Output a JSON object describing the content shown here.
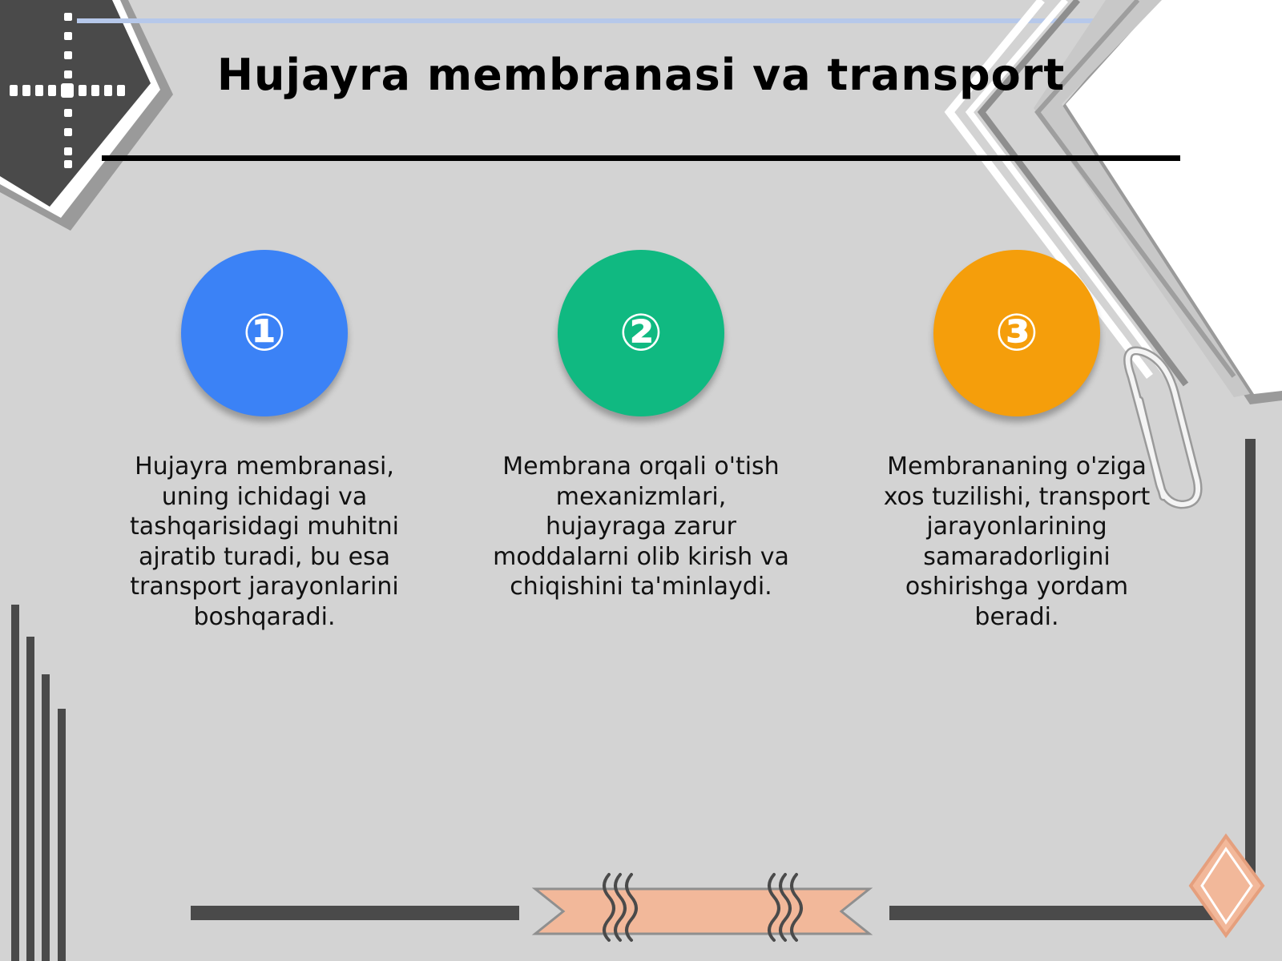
{
  "slide": {
    "title": "Hujayra membranasi va transport",
    "items": [
      {
        "number": "①",
        "color": "#3b82f6",
        "text": "Hujayra membranasi, uning ichidagi va tashqarisidagi muhitni ajratib turadi, bu esa transport jarayonlarini boshqaradi."
      },
      {
        "number": "②",
        "color": "#10b981",
        "text": "Membrana orqali o'tish mexanizmlari, hujayraga zarur moddalarni olib kirish va chiqishini ta'minlaydi."
      },
      {
        "number": "③",
        "color": "#f59e0b",
        "text": "Membrananing o'ziga xos tuzilishi, transport jarayonlarining samaradorligini oshirishga yordam beradi."
      }
    ]
  },
  "colors": {
    "background": "#d3d3d3",
    "dark_shape": "#4a4a4a",
    "ribbon": "#f2b89a",
    "top_line": "#b6c8ea"
  },
  "icons": [
    "plus-cross-icon",
    "paperclip-icon",
    "ribbon-banner",
    "diamond-ornament"
  ]
}
